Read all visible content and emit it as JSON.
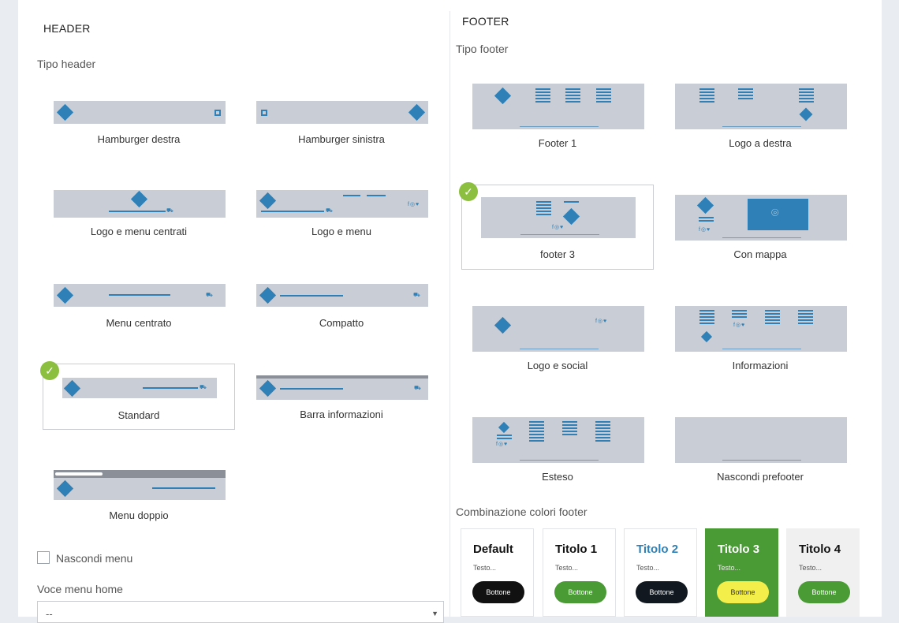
{
  "header": {
    "section_title": "HEADER",
    "type_label": "Tipo header",
    "options": [
      {
        "name": "Hamburger destra",
        "selected": false
      },
      {
        "name": "Hamburger sinistra",
        "selected": false
      },
      {
        "name": "Logo e menu centrati",
        "selected": false
      },
      {
        "name": "Logo e menu",
        "selected": false
      },
      {
        "name": "Menu centrato",
        "selected": false
      },
      {
        "name": "Compatto",
        "selected": false
      },
      {
        "name": "Standard",
        "selected": true
      },
      {
        "name": "Barra informazioni",
        "selected": false
      },
      {
        "name": "Menu doppio",
        "selected": false
      }
    ],
    "hide_menu_label": "Nascondi menu",
    "hide_menu_checked": false,
    "home_menu_label": "Voce menu home",
    "home_menu_value": "--",
    "social_glyphs": "f◎♥",
    "cart_glyph": "⛟"
  },
  "footer": {
    "section_title": "FOOTER",
    "type_label": "Tipo footer",
    "options": [
      {
        "name": "Footer 1",
        "selected": false
      },
      {
        "name": "Logo a destra",
        "selected": false
      },
      {
        "name": "footer 3",
        "selected": true
      },
      {
        "name": "Con mappa",
        "selected": false
      },
      {
        "name": "Logo e social",
        "selected": false
      },
      {
        "name": "Informazioni",
        "selected": false
      },
      {
        "name": "Esteso",
        "selected": false
      },
      {
        "name": "Nascondi prefooter",
        "selected": false
      }
    ],
    "color_label": "Combinazione colori footer",
    "color_schemes": [
      {
        "title": "Default",
        "text": "Testo...",
        "button": "Bottone",
        "bg": "#ffffff",
        "title_color": "#111111",
        "text_color": "#555555",
        "button_bg": "#111111",
        "button_color": "#ffffff"
      },
      {
        "title": "Titolo 1",
        "text": "Testo...",
        "button": "Bottone",
        "bg": "#ffffff",
        "title_color": "#111111",
        "text_color": "#555555",
        "button_bg": "#4a9a36",
        "button_color": "#ffffff"
      },
      {
        "title": "Titolo 2",
        "text": "Testo...",
        "button": "Bottone",
        "bg": "#ffffff",
        "title_color": "#2f80b6",
        "text_color": "#555555",
        "button_bg": "#111820",
        "button_color": "#ffffff"
      },
      {
        "title": "Titolo 3",
        "text": "Testo...",
        "button": "Bottone",
        "bg": "#4a9a36",
        "title_color": "#ffffff",
        "text_color": "#e6f2df",
        "button_bg": "#f4ee4a",
        "button_color": "#333333"
      },
      {
        "title": "Titolo 4",
        "text": "Testo...",
        "button": "Bottone",
        "bg": "#f0f0f0",
        "title_color": "#111111",
        "text_color": "#555555",
        "button_bg": "#4a9a36",
        "button_color": "#ffffff"
      }
    ],
    "map_pin_glyph": "⌾",
    "social_glyphs": "f◎♥"
  },
  "colors": {
    "accent": "#2f80b6",
    "thumb_bg": "#c9cdd6",
    "check": "#8cbf3f"
  },
  "icons": {
    "check": "✓",
    "chevron": "▼"
  }
}
